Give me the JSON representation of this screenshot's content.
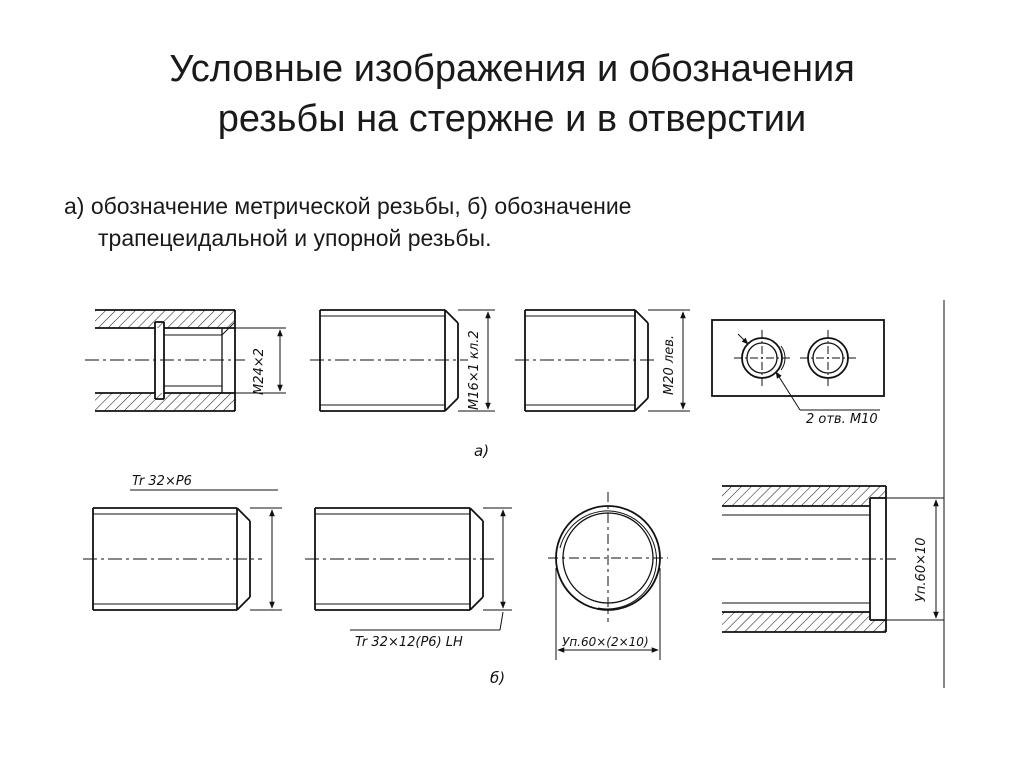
{
  "slide": {
    "title_line1": "Условные изображения и обозначения",
    "title_line2": "резьбы на стержне и в отверстии",
    "subtitle_line1": "а) обозначение метрической резьбы, б) обозначение",
    "subtitle_line2": "трапецеидальной и упорной резьбы."
  },
  "drawing": {
    "labels": {
      "m24": "M24×2",
      "m16": "M16×1 кл.2",
      "m20": "M20 лев.",
      "m10": "2 отв. M10",
      "part_a": "а)",
      "tr32": "Tr 32×P6",
      "tr32lh": "Tr 32×12(P6) LH",
      "up60_circle": "Уп.60×(2×10)",
      "up60": "Уп.60×10",
      "part_b": "б)"
    }
  }
}
